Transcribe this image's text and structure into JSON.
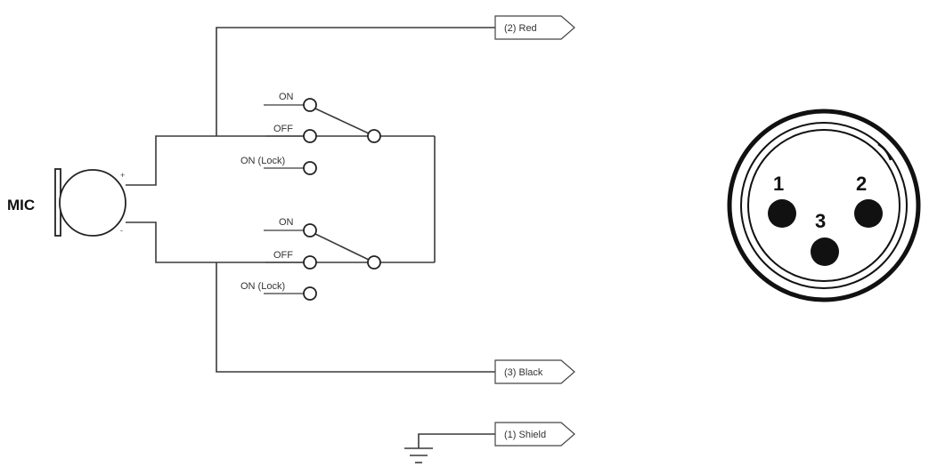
{
  "mic": {
    "label": "MIC",
    "plus": "+",
    "minus": "-"
  },
  "switch_top": {
    "on": "ON",
    "off": "OFF",
    "lock": "ON (Lock)"
  },
  "switch_bottom": {
    "on": "ON",
    "off": "OFF",
    "lock": "ON (Lock)"
  },
  "outputs": {
    "red": "(2) Red",
    "black": "(3) Black",
    "shield": "(1) Shield"
  },
  "connector": {
    "pin1": "1",
    "pin2": "2",
    "pin3": "3"
  }
}
